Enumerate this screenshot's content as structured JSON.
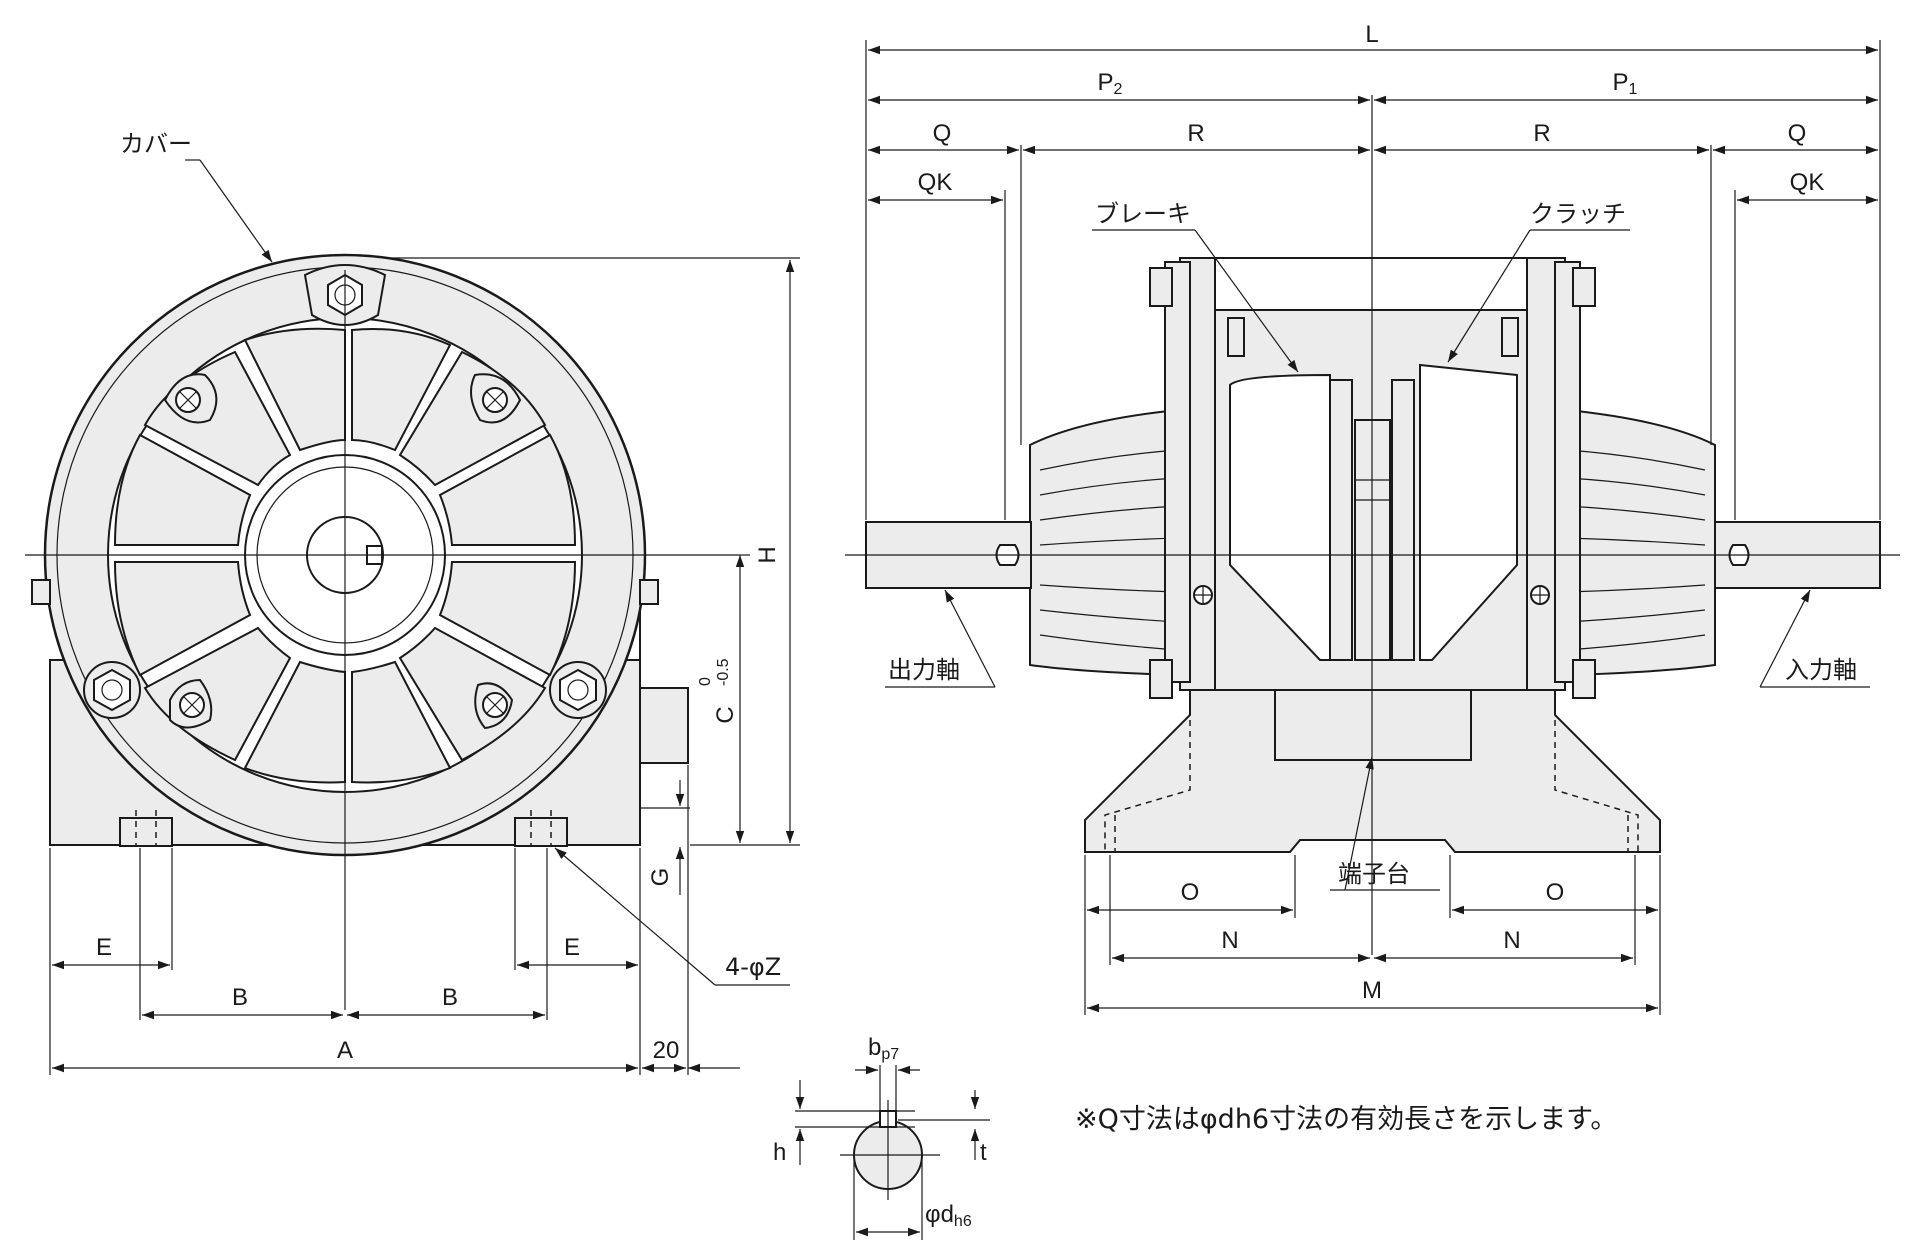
{
  "labels": {
    "cover": "カバー",
    "brake": "ブレーキ",
    "clutch": "クラッチ",
    "output_shaft": "出力軸",
    "input_shaft": "入力軸",
    "terminal_block": "端子台",
    "hole_callout": "4-φZ"
  },
  "dimensions": {
    "L": "L",
    "P2": "P",
    "P2_sub": "2",
    "P1": "P",
    "P1_sub": "1",
    "Q": "Q",
    "R": "R",
    "QK": "QK",
    "H": "H",
    "C": "C",
    "C_upper_tol": "0",
    "C_lower_tol": "-0.5",
    "G": "G",
    "E": "E",
    "B": "B",
    "A": "A",
    "twenty": "20",
    "O": "O",
    "N": "N",
    "M": "M",
    "b": "b",
    "b_sub": "p7",
    "h": "h",
    "t": "t",
    "phi_d": "φd",
    "phi_d_sub": "h6"
  },
  "note": "※Q寸法はφdh6寸法の有効長さを示します。",
  "colors": {
    "line": "#1a1a1a",
    "body": "#ececec",
    "background": "#ffffff"
  }
}
